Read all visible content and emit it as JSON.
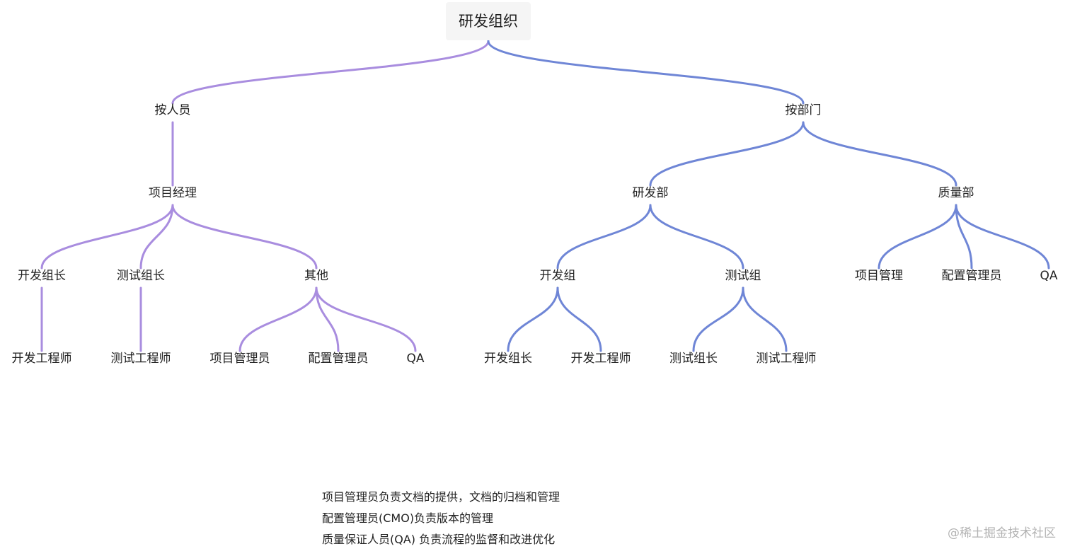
{
  "root": {
    "label": "研发组织"
  },
  "branches": {
    "by_person": {
      "label": "按人员",
      "pm": {
        "label": "项目经理"
      },
      "dev_lead": {
        "label": "开发组长",
        "child": "开发工程师"
      },
      "test_lead": {
        "label": "测试组长",
        "child": "测试工程师"
      },
      "other": {
        "label": "其他",
        "children": [
          "项目管理员",
          "配置管理员",
          "QA"
        ]
      }
    },
    "by_dept": {
      "label": "按部门",
      "rd": {
        "label": "研发部",
        "dev_group": {
          "label": "开发组",
          "children": [
            "开发组长",
            "开发工程师"
          ]
        },
        "test_group": {
          "label": "测试组",
          "children": [
            "测试组长",
            "测试工程师"
          ]
        }
      },
      "qa_dept": {
        "label": "质量部",
        "children": [
          "项目管理",
          "配置管理员",
          "QA"
        ]
      }
    }
  },
  "notes": [
    "项目管理员负责文档的提供，文档的归档和管理",
    "配置管理员(CMO)负责版本的管理",
    "质量保证人员(QA) 负责流程的监督和改进优化"
  ],
  "watermark": "@稀土掘金技术社区",
  "colors": {
    "left_branch": "#a98ddf",
    "right_branch": "#6f86d6",
    "root_bg": "#f5f5f5"
  }
}
